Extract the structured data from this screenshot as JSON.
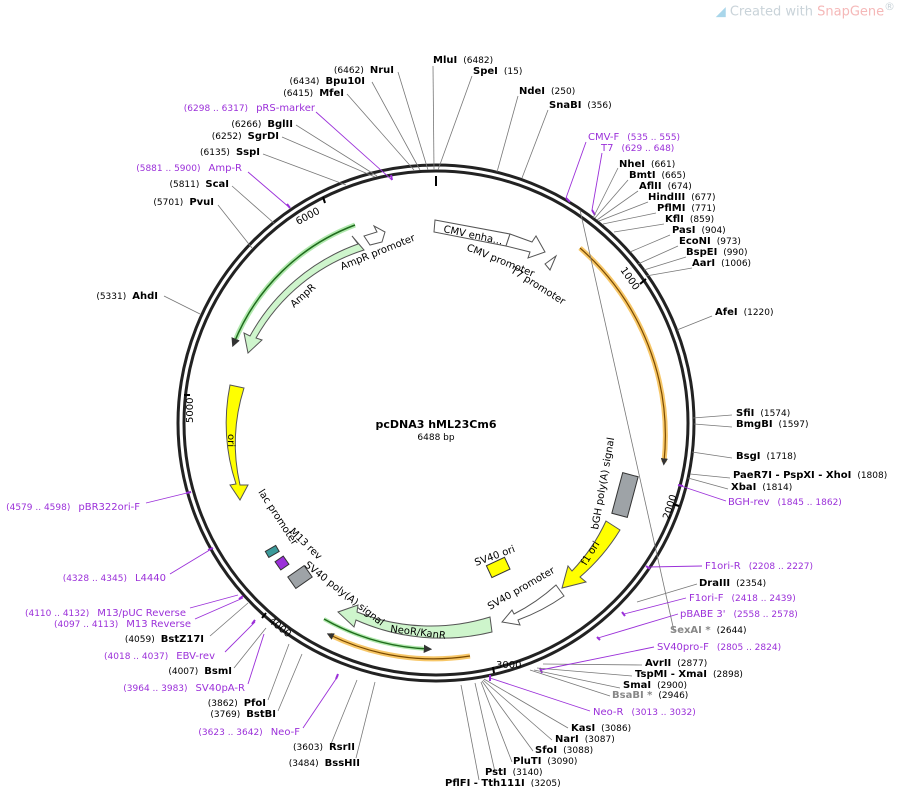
{
  "watermark": {
    "prefix": "Created with ",
    "brand": "SnapGene",
    "reg": "®"
  },
  "plasmid": {
    "name": "pcDNA3 hML23Cm6",
    "length_text": "6488 bp",
    "length": 6488
  },
  "colors": {
    "backbone": "#222222",
    "primer": "#9b30d9",
    "orf": "#f5b942",
    "resistance_arrow": "#cef5cc",
    "ori": "#ffff00",
    "promoter_arrow": "#ffffff",
    "polyA": "#9ea3a7"
  },
  "ticks": [
    {
      "pos": 1000,
      "label": "1000"
    },
    {
      "pos": 2000,
      "label": "2000"
    },
    {
      "pos": 3000,
      "label": "3000"
    },
    {
      "pos": 4000,
      "label": "4000"
    },
    {
      "pos": 5000,
      "label": "5000"
    },
    {
      "pos": 6000,
      "label": "6000"
    }
  ],
  "enzymes": [
    {
      "name": "MluI",
      "pos": "(6482)",
      "anchor": 6482
    },
    {
      "name": "SpeI",
      "pos": "(15)",
      "anchor": 15
    },
    {
      "name": "NdeI",
      "pos": "(250)",
      "anchor": 250
    },
    {
      "name": "SnaBI",
      "pos": "(356)",
      "anchor": 356
    },
    {
      "name": "NheI",
      "pos": "(661)",
      "anchor": 661
    },
    {
      "name": "BmtI",
      "pos": "(665)",
      "anchor": 665
    },
    {
      "name": "AflII",
      "pos": "(674)",
      "anchor": 674
    },
    {
      "name": "HindIII",
      "pos": "(677)",
      "anchor": 677
    },
    {
      "name": "PflMI",
      "pos": "(771)",
      "anchor": 771
    },
    {
      "name": "KflI",
      "pos": "(859)",
      "anchor": 859
    },
    {
      "name": "PasI",
      "pos": "(904)",
      "anchor": 904
    },
    {
      "name": "EcoNI",
      "pos": "(973)",
      "anchor": 973
    },
    {
      "name": "BspEI",
      "pos": "(990)",
      "anchor": 990
    },
    {
      "name": "AarI",
      "pos": "(1006)",
      "anchor": 1006
    },
    {
      "name": "AfeI",
      "pos": "(1220)",
      "anchor": 1220
    },
    {
      "name": "SfiI",
      "pos": "(1574)",
      "anchor": 1574
    },
    {
      "name": "BmgBI",
      "pos": "(1597)",
      "anchor": 1597
    },
    {
      "name": "BsgI",
      "pos": "(1718)",
      "anchor": 1718
    },
    {
      "name": "PaeR7I - PspXI - XhoI",
      "pos": "(1808)",
      "anchor": 1808
    },
    {
      "name": "XbaI",
      "pos": "(1814)",
      "anchor": 1814
    },
    {
      "name": "DraIII",
      "pos": "(2354)",
      "anchor": 2354
    },
    {
      "name": "AvrII",
      "pos": "(2877)",
      "anchor": 2877
    },
    {
      "name": "TspMI - XmaI",
      "pos": "(2898)",
      "anchor": 2898
    },
    {
      "name": "SmaI",
      "pos": "(2900)",
      "anchor": 2900
    },
    {
      "name": "KasI",
      "pos": "(3086)",
      "anchor": 3086
    },
    {
      "name": "NarI",
      "pos": "(3087)",
      "anchor": 3087
    },
    {
      "name": "SfoI",
      "pos": "(3088)",
      "anchor": 3088
    },
    {
      "name": "PluTI",
      "pos": "(3090)",
      "anchor": 3090
    },
    {
      "name": "PstI",
      "pos": "(3140)",
      "anchor": 3140
    },
    {
      "name": "PflFI - Tth111I",
      "pos": "(3205)",
      "anchor": 3205
    },
    {
      "name": "BssHII",
      "pos": "(3484)",
      "anchor": 3484
    },
    {
      "name": "RsrII",
      "pos": "(3603)",
      "anchor": 3603
    },
    {
      "name": "BstBI",
      "pos": "(3769)",
      "anchor": 3769
    },
    {
      "name": "PfoI",
      "pos": "(3862)",
      "anchor": 3862
    },
    {
      "name": "BsmI",
      "pos": "(4007)",
      "anchor": 4007
    },
    {
      "name": "BstZ17I",
      "pos": "(4059)",
      "anchor": 4059
    },
    {
      "name": "AhdI",
      "pos": "(5331)",
      "anchor": 5331
    },
    {
      "name": "PvuI",
      "pos": "(5701)",
      "anchor": 5701
    },
    {
      "name": "ScaI",
      "pos": "(5811)",
      "anchor": 5811
    },
    {
      "name": "SspI",
      "pos": "(6135)",
      "anchor": 6135
    },
    {
      "name": "SgrDI",
      "pos": "(6252)",
      "anchor": 6252
    },
    {
      "name": "BglII",
      "pos": "(6266)",
      "anchor": 6266
    },
    {
      "name": "MfeI",
      "pos": "(6415)",
      "anchor": 6415
    },
    {
      "name": "Bpu10I",
      "pos": "(6434)",
      "anchor": 6434
    },
    {
      "name": "NruI",
      "pos": "(6462)",
      "anchor": 6462
    }
  ],
  "gray_enzymes": [
    {
      "name": "SexAI *",
      "pos": "(2644)",
      "anchor": 2644
    },
    {
      "name": "BsaBI *",
      "pos": "(2946)",
      "anchor": 2946
    }
  ],
  "primers": [
    {
      "name": "CMV-F",
      "range": "(535 .. 555)",
      "anchor": 545
    },
    {
      "name": "T7",
      "range": "(629 .. 648)",
      "anchor": 638
    },
    {
      "name": "BGH-rev",
      "range": "(1845 .. 1862)",
      "anchor": 1853
    },
    {
      "name": "F1ori-R",
      "range": "(2208 .. 2227)",
      "anchor": 2217
    },
    {
      "name": "F1ori-F",
      "range": "(2418 .. 2439)",
      "anchor": 2428
    },
    {
      "name": "pBABE 3'",
      "range": "(2558 .. 2578)",
      "anchor": 2568
    },
    {
      "name": "SV40pro-F",
      "range": "(2805 .. 2824)",
      "anchor": 2814
    },
    {
      "name": "Neo-R",
      "range": "(3013 .. 3032)",
      "anchor": 3022
    },
    {
      "name": "Neo-F",
      "range": "(3623 .. 3642)",
      "anchor": 3632
    },
    {
      "name": "SV40pA-R",
      "range": "(3964 .. 3983)",
      "anchor": 3973
    },
    {
      "name": "EBV-rev",
      "range": "(4018 .. 4037)",
      "anchor": 4027
    },
    {
      "name": "M13 Reverse",
      "range": "(4097 .. 4113)",
      "anchor": 4105
    },
    {
      "name": "M13/pUC Reverse",
      "range": "(4110 .. 4132)",
      "anchor": 4121
    },
    {
      "name": "L4440",
      "range": "(4328 .. 4345)",
      "anchor": 4336
    },
    {
      "name": "pBR322ori-F",
      "range": "(4579 .. 4598)",
      "anchor": 4588
    },
    {
      "name": "Amp-R",
      "range": "(5881 .. 5900)",
      "anchor": 5890
    },
    {
      "name": "pRS-marker",
      "range": "(6298 .. 6317)",
      "anchor": 6307
    }
  ],
  "features": [
    {
      "label": "CMV enha..."
    },
    {
      "label": "CMV promoter"
    },
    {
      "label": "T7 promoter"
    },
    {
      "label": "AmpR promoter"
    },
    {
      "label": "AmpR"
    },
    {
      "label": "ori"
    },
    {
      "label": "lac promoter"
    },
    {
      "label": "M13 rev"
    },
    {
      "label": "SV40 poly(A) signal"
    },
    {
      "label": "NeoR/KanR"
    },
    {
      "label": "SV40 promoter"
    },
    {
      "label": "SV40 ori"
    },
    {
      "label": "f1 ori"
    },
    {
      "label": "bGH poly(A) signal"
    }
  ]
}
